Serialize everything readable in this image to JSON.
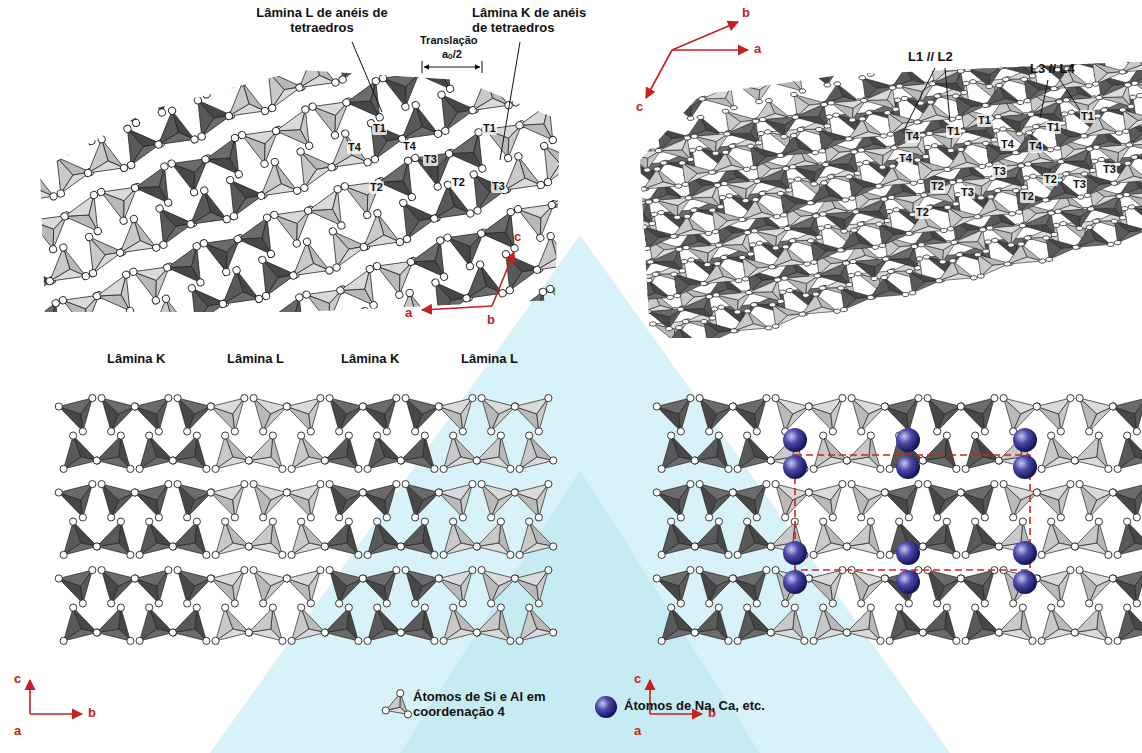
{
  "diagram": {
    "labels": [
      "Lâmina L de anéis de tetraedros",
      "Lâmina K de anéis de tetraedros",
      "Translação",
      "aₒ/2",
      "T1",
      "T4",
      "T4",
      "T3",
      "T2",
      "T2",
      "T1",
      "T3",
      "c",
      "a",
      "b",
      "b",
      "a",
      "c",
      "L1 // L2",
      "L3 // L4",
      "T4",
      "T1",
      "T1",
      "T1",
      "T1",
      "T4",
      "T4",
      "T4",
      "T2",
      "T3",
      "T3",
      "T2",
      "T2",
      "T3",
      "T2",
      "T3",
      "Lâmina K",
      "Lâmina L",
      "Lâmina K",
      "Lâmina L",
      "c",
      "a",
      "b",
      "c",
      "a",
      "b"
    ],
    "legend": [
      {
        "text": "Átomos de Si e Al em coordenação 4"
      },
      {
        "text": "Átomos de Na, Ca, etc."
      }
    ]
  }
}
